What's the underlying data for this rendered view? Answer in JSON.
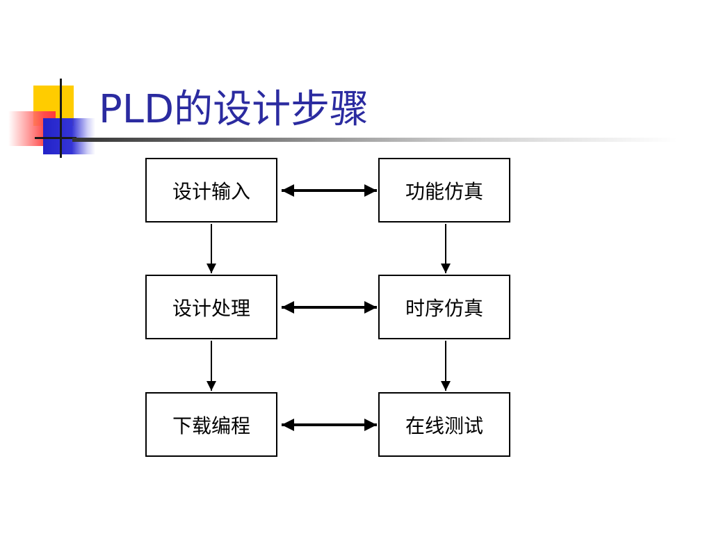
{
  "title": "PLD的设计步骤",
  "colors": {
    "title": "#2b2ba0",
    "deco_yellow": "#ffcc00",
    "deco_blue": "#2323c8",
    "deco_red": "#ff4d4d"
  },
  "flowchart": {
    "left_column": [
      "设计输入",
      "设计处理",
      "下载编程"
    ],
    "right_column": [
      "功能仿真",
      "时序仿真",
      "在线测试"
    ]
  }
}
